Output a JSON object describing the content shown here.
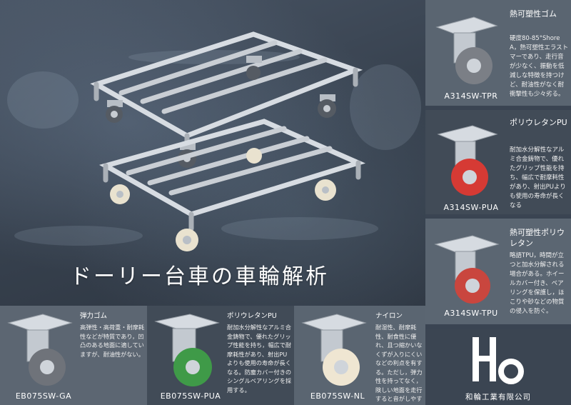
{
  "hero": {
    "title": "ドーリー台車の車輪解析"
  },
  "right_panels": [
    {
      "title": "熱可塑性ゴム",
      "description": "硬度80-85°Shore A，熱可塑性エラストマーであり、走行音が少なく、振動を低減しな特徴を持つけど、耐油性がなく耐衝撃性も少々劣る。",
      "model": "A314SW-TPR",
      "wheel_color": "#7b7f86"
    },
    {
      "title": "ポリウレタンPU",
      "description": "耐加水分解性なアルミ合金鋳物で、優れたグリップ性能を持ち、幅広で耐摩耗性があり、射出PUよりも使用の寿命が長くなる",
      "model": "A314SW-PUA",
      "wheel_color": "#d63a34"
    },
    {
      "title": "熱可塑性ポリウレタン",
      "description": "略語TPU，時間が立つと加水分解される場合がある。ホイールカバー付き、ベアリングを保護し，ほこりや砂などの物質の侵入を防ぐ。",
      "model": "A314SW-TPU",
      "wheel_color": "#c9463e"
    }
  ],
  "bottom_cards": [
    {
      "title": "弾力ゴム",
      "description": "高弾性・高荷重・耐摩耗性などが特質であり，凹凸のある地面に適していますが、耐油性がない。",
      "model": "EB075SW-GA",
      "wheel_color": "#6f737a"
    },
    {
      "title": "ポリウレタンPU",
      "description": "耐加水分解性なアルミ合金鋳物で、優れたグリップ性能を持ち，幅広で耐摩耗性があり、射出PUよりも使用の寿命が長くなる。防塵カバー付きのシングルベアリングを採用する。",
      "model": "EB075SW-PUA",
      "wheel_color": "#3f9a48"
    },
    {
      "title": "ナイロン",
      "description": "耐湿性、耐摩耗性、耐食性に優れ、且つ縮かいなくずが入りにくいなどの利点を有する。ただし，弾力性を持ってなく，険しい地面を走行すると音がしやすくなる。",
      "model": "EB075SW-NL",
      "wheel_color": "#efe6d2"
    }
  ],
  "logo": {
    "company": "和輪工業有限公司"
  }
}
